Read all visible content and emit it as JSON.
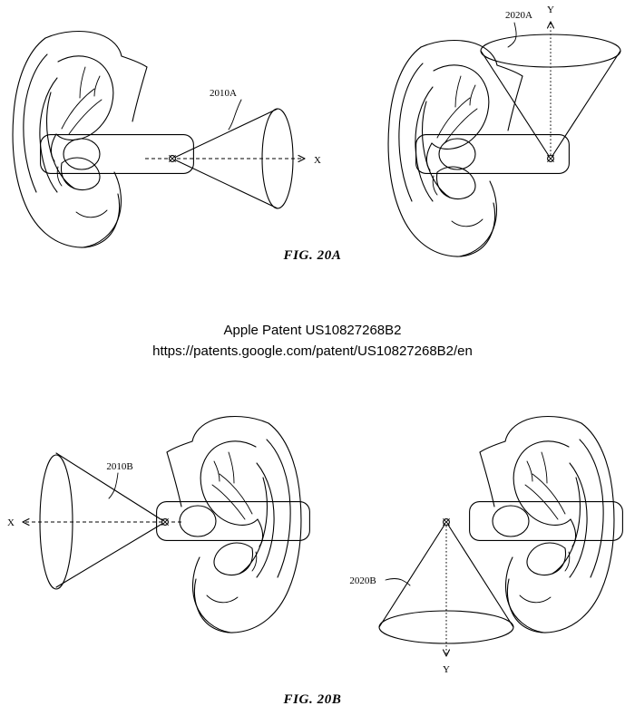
{
  "document": {
    "type": "patent-drawing-sheet",
    "background_color": "#ffffff",
    "ink_color": "#000000"
  },
  "credit": {
    "title": "Apple Patent US10827268B2",
    "url": "https://patents.google.com/patent/US10827268B2/en"
  },
  "figures": [
    {
      "id": "fig-20a",
      "caption": "FIG. 20A",
      "panels": [
        {
          "id": "panel-20a-left",
          "reference_numeral": "2010A",
          "axis_label": "X",
          "axis_orientation": "horizontal",
          "axis_arrow_direction": "right",
          "cone_direction": "right",
          "ear_side": "left",
          "device": "earbud-rounded-rectangle-with-circle"
        },
        {
          "id": "panel-20a-right",
          "reference_numeral": "2020A",
          "axis_label": "Y",
          "axis_orientation": "vertical",
          "axis_arrow_direction": "up",
          "cone_direction": "up",
          "ear_side": "left",
          "device": "earbud-rounded-rectangle-with-circle"
        }
      ]
    },
    {
      "id": "fig-20b",
      "caption": "FIG. 20B",
      "panels": [
        {
          "id": "panel-20b-left",
          "reference_numeral": "2010B",
          "axis_label": "X",
          "axis_orientation": "horizontal",
          "axis_arrow_direction": "left",
          "cone_direction": "left",
          "ear_side": "right",
          "device": "earbud-rounded-rectangle-with-circle"
        },
        {
          "id": "panel-20b-right",
          "reference_numeral": "2020B",
          "axis_label": "Y",
          "axis_orientation": "vertical",
          "axis_arrow_direction": "down",
          "cone_direction": "down",
          "ear_side": "right",
          "device": "earbud-rounded-rectangle-with-circle"
        }
      ]
    }
  ],
  "labels": {
    "ref_2010A": "2010A",
    "ref_2020A": "2020A",
    "ref_2010B": "2010B",
    "ref_2020B": "2020B",
    "axis_x_tl": "X",
    "axis_y_tr": "Y",
    "axis_x_bl": "X",
    "axis_y_br": "Y",
    "caption_20a": "FIG. 20A",
    "caption_20b": "FIG. 20B"
  }
}
